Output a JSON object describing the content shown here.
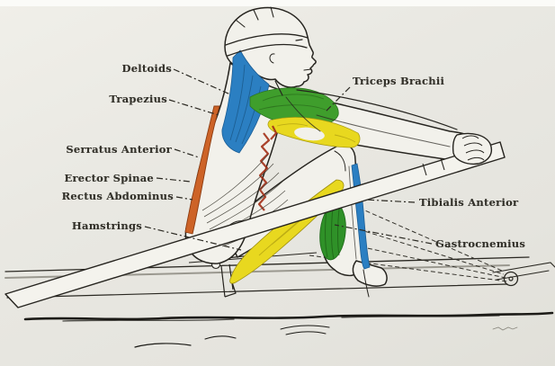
{
  "diagram": {
    "subject": "rowing-muscle-anatomy",
    "labels": {
      "deltoids": "Deltoids",
      "trapezius": "Trapezius",
      "serratus_anterior": "Serratus Anterior",
      "erector_spinae": "Erector Spinae",
      "rectus_abdominus": "Rectus Abdominus",
      "hamstrings": "Hamstrings",
      "triceps_brachii": "Triceps Brachii",
      "tibialis_anterior": "Tibialis Anterior",
      "gastrocnemius": "Gastrocnemius"
    },
    "muscle_colors": {
      "trapezius": "#2b7fc2",
      "deltoids": "#3f9e2c",
      "triceps_brachii": "#e8d81f",
      "erector_spinae": "#cd6327",
      "spine_detail_red": "#a33018",
      "hamstrings": "#e8d81f",
      "gastrocnemius": "#2f9128",
      "tibialis_anterior": "#2b7fc2"
    },
    "ink_color": "#26241f",
    "paper_color": "#e9e8e2"
  }
}
